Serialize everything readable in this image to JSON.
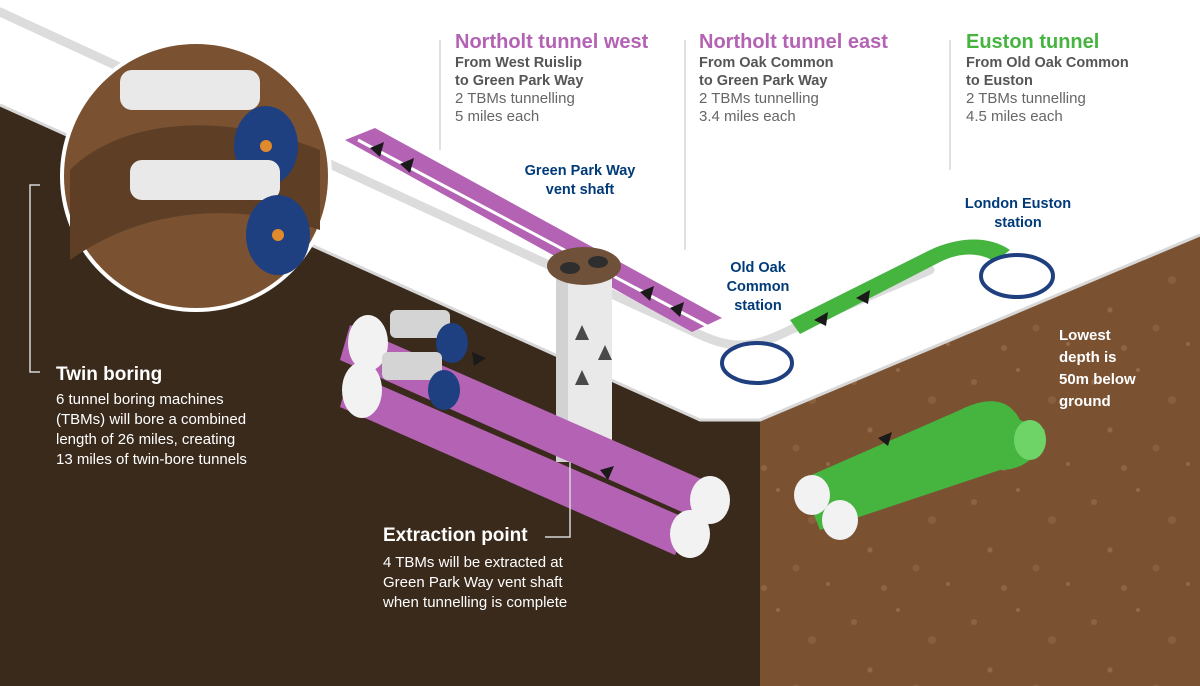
{
  "colors": {
    "purple": "#b463b4",
    "green": "#46b540",
    "navy": "#003a78",
    "soil_dark": "#3a2a1c",
    "soil_light": "#7a5232"
  },
  "sections": {
    "west": {
      "title": "Northolt tunnel west",
      "route": "From West Ruislip\nto Green Park Way",
      "detail": "2 TBMs tunnelling\n5 miles each"
    },
    "east": {
      "title": "Northolt tunnel east",
      "route": "From Oak Common\nto Green Park Way",
      "detail": "2 TBMs tunnelling\n3.4 miles each"
    },
    "euston": {
      "title": "Euston tunnel",
      "route": "From Old Oak Common\nto Euston",
      "detail": "2 TBMs tunnelling\n4.5 miles each"
    }
  },
  "places": {
    "vent_shaft": "Green Park Way\nvent shaft",
    "old_oak": "Old Oak\nCommon\nstation",
    "euston_station": "London Euston\nstation"
  },
  "callouts": {
    "twin_boring": {
      "title": "Twin boring",
      "text": "6 tunnel boring machines\n(TBMs) will bore a combined\nlength of 26 miles, creating\n13 miles of twin-bore tunnels"
    },
    "extraction": {
      "title": "Extraction point",
      "text": "4 TBMs will be extracted at\nGreen Park Way vent shaft\nwhen tunnelling is complete"
    },
    "depth": "Lowest\ndepth is\n50m below\nground"
  }
}
